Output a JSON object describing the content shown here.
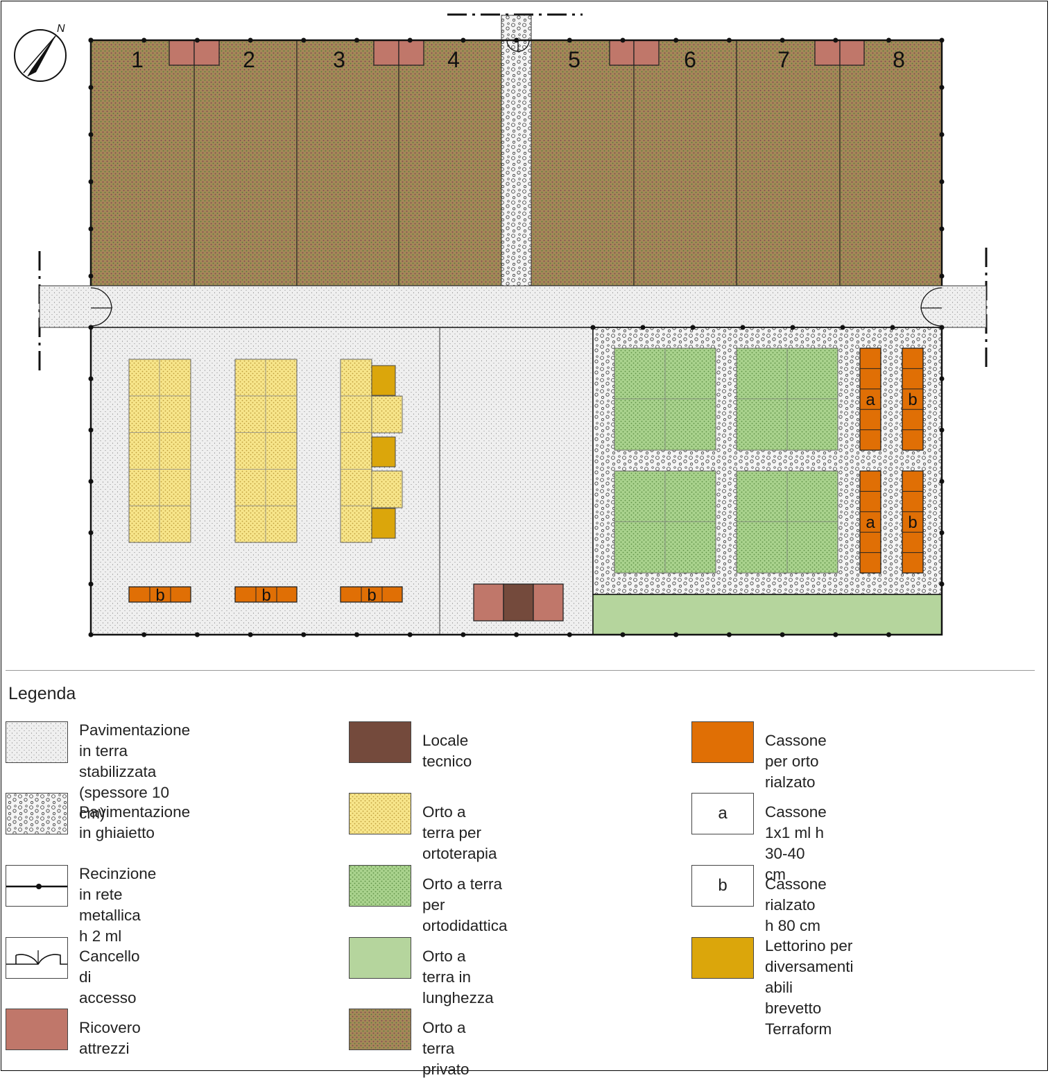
{
  "plan": {
    "north_label": "N",
    "private_plots": [
      "1",
      "2",
      "3",
      "4",
      "5",
      "6",
      "7",
      "8"
    ],
    "box_type_a": "a",
    "box_type_b": "b"
  },
  "legend": {
    "title": "Legenda",
    "items": [
      {
        "id": "terra-stabilizzata",
        "label": "Pavimentazione in terra\nstabilizzata (spessore 10 cm)",
        "swatch": "sand"
      },
      {
        "id": "ghiaietto",
        "label": "Pavimentazione in ghiaietto",
        "swatch": "gravel"
      },
      {
        "id": "recinzione",
        "label": "Recinzione in rete metallica\nh 2 ml",
        "swatch": "fence"
      },
      {
        "id": "cancello",
        "label": "Cancello di accesso",
        "swatch": "gate"
      },
      {
        "id": "ricovero",
        "label": "Ricovero attrezzi",
        "swatch": "#c0776a"
      },
      {
        "id": "locale-tecnico",
        "label": "Locale tecnico",
        "swatch": "#744a3c"
      },
      {
        "id": "ortoterapia",
        "label": "Orto a terra per ortoterapia",
        "swatch": "yellowdots"
      },
      {
        "id": "ortodidattica",
        "label": "Orto a terra per ortodidattica",
        "swatch": "greendots"
      },
      {
        "id": "lunghezza",
        "label": "Orto a terra in lunghezza",
        "swatch": "#b5d59d"
      },
      {
        "id": "privato",
        "label": "Orto a terra privato",
        "swatch": "browndots"
      },
      {
        "id": "cassone-rialzato",
        "label": "Cassone per orto rialzato",
        "swatch": "#e06f05"
      },
      {
        "id": "cassone-a",
        "label": "Cassone 1x1 ml h 30-40 cm",
        "swatch": "letter",
        "letter": "a"
      },
      {
        "id": "cassone-b",
        "label": "Cassone rialzato h 80 cm",
        "swatch": "letter",
        "letter": "b"
      },
      {
        "id": "lettorino",
        "label": "Lettorino per diversamenti abili\nbrevetto Terraform",
        "swatch": "#dba60b"
      }
    ]
  },
  "colors": {
    "private_plot": "#a48858",
    "therapy_plot": "#f7e58a",
    "didactic_plot": "#a9d28d",
    "long_plot": "#b5d59d",
    "tool_shed": "#c0776a",
    "technical_room": "#744a3c",
    "raised_box": "#e06f05",
    "accessible_bed": "#dba60b",
    "stabilized_ground": "#eeeeee",
    "gravel": "#f2f2f2"
  }
}
